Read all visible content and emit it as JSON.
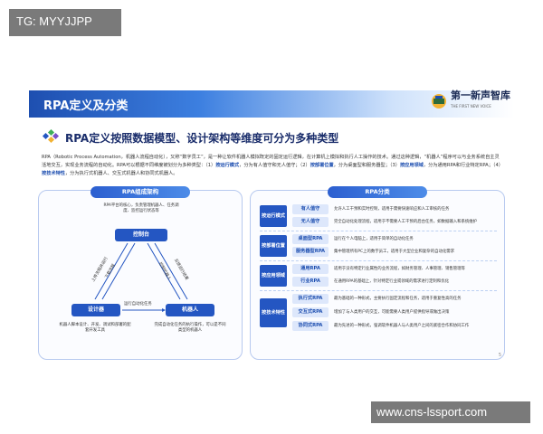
{
  "overlay": {
    "top_badge": "TG: MYYJJPP",
    "bottom_watermark": "www.cns-lssport.com"
  },
  "header": {
    "title": "RPA定义及分类",
    "logo_name": "第一新声智库",
    "logo_sub": "THE FIRST NEW VOICE"
  },
  "subtitle": "RPA定义按照数据模型、设计架构等维度可分为多种类型",
  "description": {
    "p1": "RPA（Robotic Process Automation，机器人流程自动化），又称“数字员工”，是一种让软件机器人模拟既定的固定运行逻辑，在计算机上模拟和执行人工操作的技术。通过这种逻辑，",
    "p2": "“机器人”程序可以与业务系统自主灵活地交互，实现业务流程的自动化。RPA可以根据不同维度被划分为多种类型：（1）",
    "h1": "按运行模式",
    "p3": "，分为有人值守和无人值守；（2）",
    "h2": "按部署位置",
    "p4": "，分为桌面型和服务器型；（3）",
    "h3": "按应用领域",
    "p5": "，分为通用RPA和行业特定RPA；（4）",
    "h4": "按技术特性",
    "p6": "，分为执行式机器人、交互式机器人和协同式机器人。"
  },
  "left_panel": {
    "title": "RPA组成架构",
    "node_top": "控制台",
    "node_left": "设计器",
    "node_right": "机器人",
    "top_note": "RPA平台的核心，负责管理机器人、任务调度、监控运行状态等",
    "left_note": "机器人脚本设计、开发、调试和部署的配套开发工具",
    "right_note": "完成自动化任务的执行操作，可以是不同类型的机器人",
    "edge_left_a": "上传流程并运行",
    "edge_left_b": "下载流程",
    "edge_right_a": "控制机器人",
    "edge_right_b": "反馈运行结果",
    "edge_bottom": "运行自动化任务"
  },
  "right_panel": {
    "title": "RPA分类",
    "groups": [
      {
        "label": "按运行模式",
        "items": [
          {
            "name": "有人值守",
            "desc": "允许人工干预和实时控制，适用于需要快速响应和人工审核的任务"
          },
          {
            "name": "无人值守",
            "desc": "完全自动化处理流程，适用于不需要人工干预的后台任务，如数据输入和系统维护"
          }
        ]
      },
      {
        "label": "按部署位置",
        "items": [
          {
            "name": "桌面型RPA",
            "desc": "运行在个人电脑上，适用于简单的自动化任务"
          },
          {
            "name": "服务器型RPA",
            "desc": "集中管理所有PC上的数字员工，适用于大型企业和复杂的自动化需求"
          }
        ]
      },
      {
        "label": "按应用领域",
        "items": [
          {
            "name": "通用RPA",
            "desc": "适用于没有特定行业属性的业务流程，如财务管理、人事管理、销售管理等"
          },
          {
            "name": "行业RPA",
            "desc": "在通用RPA的基础上，针对特定行业或领域的需求进行定制和优化"
          }
        ]
      },
      {
        "label": "按技术特性",
        "items": [
          {
            "name": "执行式RPA",
            "desc": "最为基础的一种形式，主要执行固定流程和任务，适用于重复性高的任务"
          },
          {
            "name": "交互式RPA",
            "desc": "增加了与人类用户的交互，可能需要人类用户提供指导或做出决策"
          },
          {
            "name": "协同式RPA",
            "desc": "最为先进的一种形式，强调软件机器人与人类用户之间的紧密合作和协同工作"
          }
        ]
      }
    ]
  },
  "page_number": "5",
  "colors": {
    "primary": "#2456c2",
    "light": "#dde7fb",
    "title": "#1a2d6b"
  }
}
